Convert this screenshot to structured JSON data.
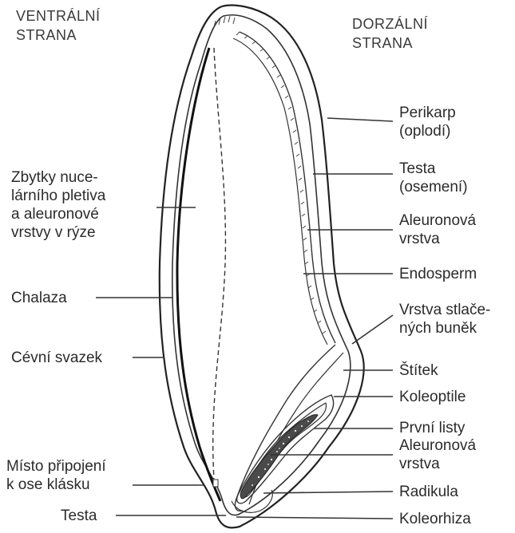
{
  "headings": {
    "ventral": [
      "VENTRÁLNÍ",
      "STRANA"
    ],
    "dorsal": [
      "DORZÁLNÍ",
      "STRANA"
    ]
  },
  "labels_left": {
    "nucellus": [
      "Zbytky nuce-",
      "lárního pletiva",
      "a aleuronové",
      "vrstvy v rýze"
    ],
    "chalaza": [
      "Chalaza"
    ],
    "vascular_bundle": [
      "Cévní svazek"
    ],
    "attachment": [
      "Místo připojení",
      "k ose klásku"
    ],
    "testa_bottom": [
      "Testa"
    ]
  },
  "labels_right": {
    "pericarp": [
      "Perikarp",
      "(oplodí)"
    ],
    "testa": [
      "Testa",
      "(osemení)"
    ],
    "aleurone": [
      "Aleuronová",
      "vrstva"
    ],
    "endosperm": [
      "Endosperm"
    ],
    "crushed_cells": [
      "Vrstva stlače-",
      "ných buněk"
    ],
    "scutellum": [
      "Štítek"
    ],
    "coleoptile": [
      "Koleoptile"
    ],
    "first_leaves": [
      "První listy"
    ],
    "aleurone_embryo": [
      "Aleuronová",
      "vrstva"
    ],
    "radicle": [
      "Radikula"
    ],
    "coleorhiza": [
      "Koleorhiza"
    ]
  }
}
